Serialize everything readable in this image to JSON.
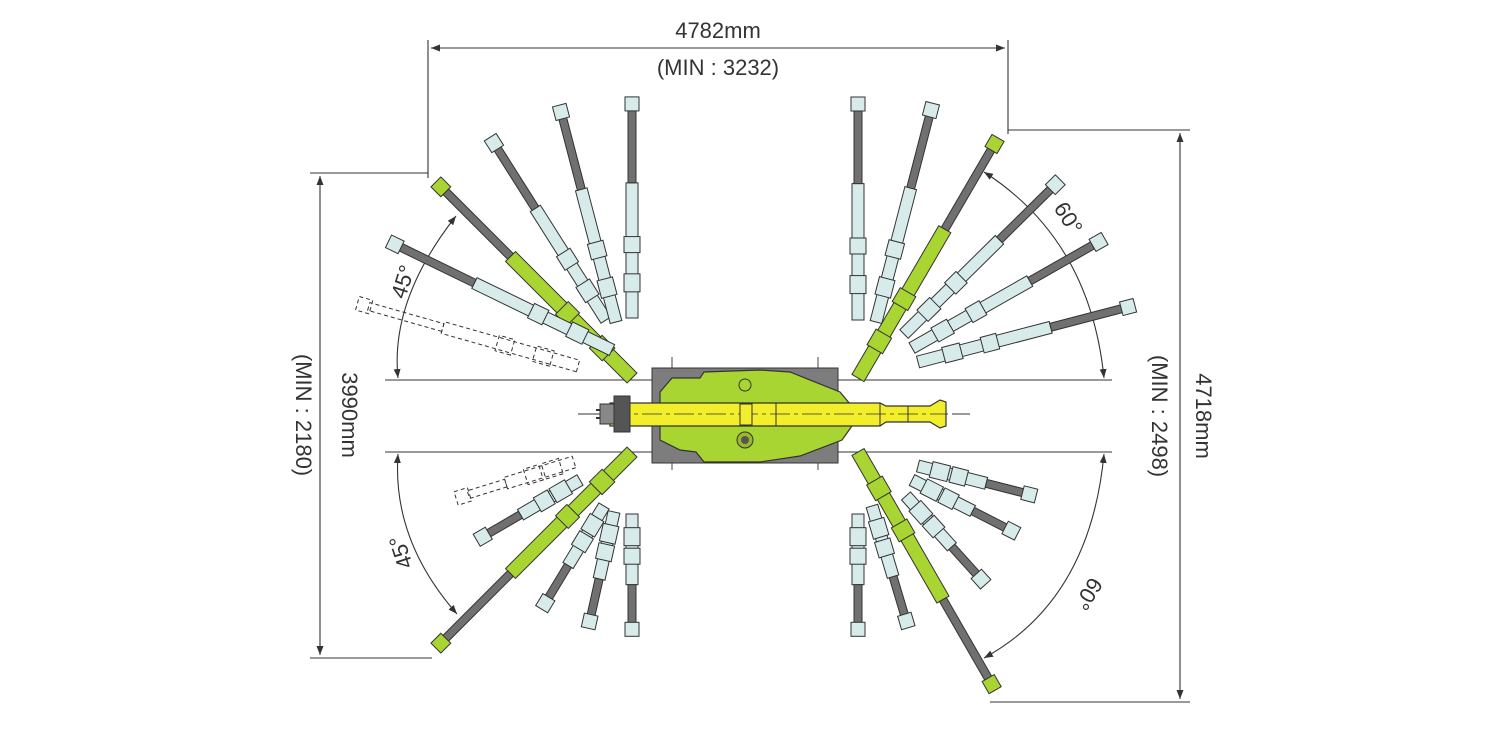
{
  "dimensions": {
    "top_width": "4782mm",
    "top_width_min": "(MIN : 3232)",
    "left_height": "3990mm",
    "left_height_min": "(MIN : 2180)",
    "right_height": "4718mm",
    "right_height_min": "(MIN : 2498)"
  },
  "angles": {
    "front_left_top": "45°",
    "front_left_bottom": "45°",
    "rear_right_top": "60°",
    "rear_right_bottom": "60°"
  },
  "colors": {
    "machine_green": "#a8d531",
    "boom_yellow": "#f2ee2c",
    "outrigger_dark": "#707070",
    "outrigger_light": "#d6ebea",
    "chassis_gray": "#7d7d7d",
    "line": "#333333"
  }
}
